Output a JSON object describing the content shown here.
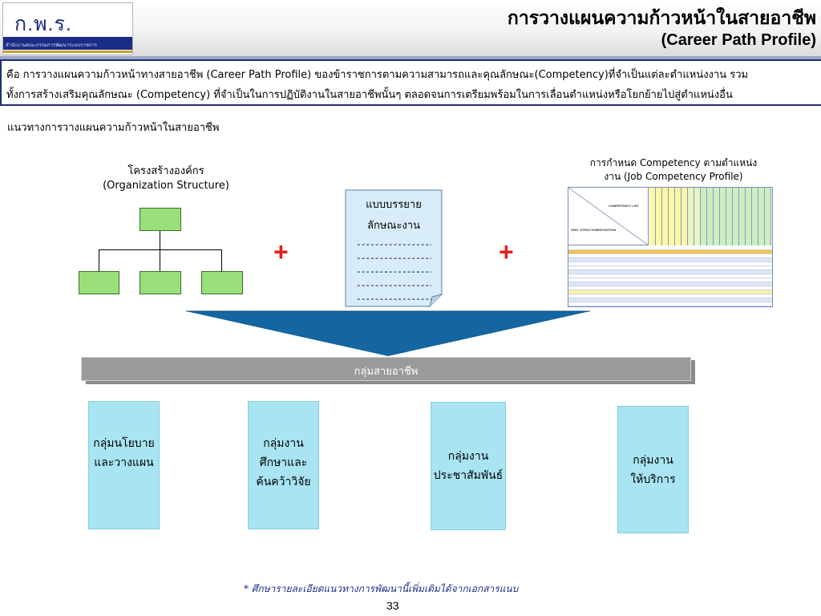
{
  "header": {
    "logo_text": "ก.พ.ร.",
    "logo_subtitle": "สำนักงานคณะกรรมการพัฒนาระบบราชการ",
    "title_th": "การวางแผนความก้าวหน้าในสายอาชีพ",
    "title_en": "(Career Path Profile)"
  },
  "definition": {
    "line1": "คือ การวางแผนความก้าวหน้าทางสายอาชีพ (Career Path Profile) ของข้าราชการตามความสามารถและคุณลักษณะ(Competency)ที่จำเป็นแต่ละตำแหน่งงาน รวม",
    "line2": "ทั้งการสร้างเสริมคุณลักษณะ (Competency) ที่จำเป็นในการปฏิบัติงานในสายอาชีพนั้นๆ ตลอดจนการเตรียมพร้อมในการเลื่อนตำแหน่งหรือโยกย้ายไปสู่ตำแหน่งอื่น"
  },
  "section_heading": "แนวทางการวางแผนความก้าวหน้าในสายอาชีพ",
  "org_structure": {
    "label_th": "โครงสร้างองค์กร",
    "label_en": "(Organization Structure)"
  },
  "plus_symbol": "+",
  "job_description": {
    "title_line1": "แบบบรรยาย",
    "title_line2": "ลักษณะงาน",
    "dash_line": "--------------------"
  },
  "competency": {
    "label_line1": "การกำหนด Competency ตามตำแหน่ง",
    "label_line2": "งาน (Job Competency Profile)",
    "matrix_list_label": "COMPETENCY LIST",
    "matrix_org_label": "ORG. STRUCTURE/POSITION"
  },
  "career_group_title": "กลุ่มสายอาชีพ",
  "groups": [
    {
      "lines": [
        "กลุ่มนโยบาย",
        "และวางแผน"
      ]
    },
    {
      "lines": [
        "กลุ่มงาน",
        "ศึกษาและ",
        "ค้นคว้าวิจัย"
      ]
    },
    {
      "lines": [
        "กลุ่มงาน",
        "ประชาสัมพันธ์"
      ]
    },
    {
      "lines": [
        "กลุ่มงาน",
        "ให้บริการ"
      ]
    }
  ],
  "footnote": "* ศึกษารายละเอียดแนวทางการพัฒนานี้เพิ่มเติมได้จากเอกสารแนบ",
  "page_number": "33",
  "colors": {
    "org_box": "#99e07a",
    "plus": "#e41e1e",
    "funnel": "#1565a0",
    "group_box": "#a8e4f2",
    "banner": "#9a9a9a",
    "doc_fill": "#d7ecf8"
  }
}
